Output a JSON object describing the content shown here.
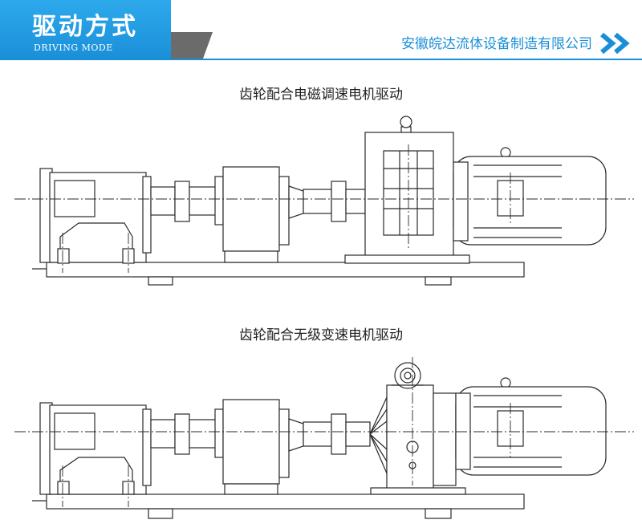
{
  "header": {
    "title_cn": "驱动方式",
    "title_en": "DRIVING MODE",
    "company": "安徽皖达流体设备制造有限公司",
    "accent_color": "#1a8fd8",
    "chevron_icon": "double-chevron-right-icon"
  },
  "diagrams": [
    {
      "caption": "齿轮配合电磁调速电机驱动"
    },
    {
      "caption": "齿轮配合无级变速电机驱动"
    }
  ]
}
